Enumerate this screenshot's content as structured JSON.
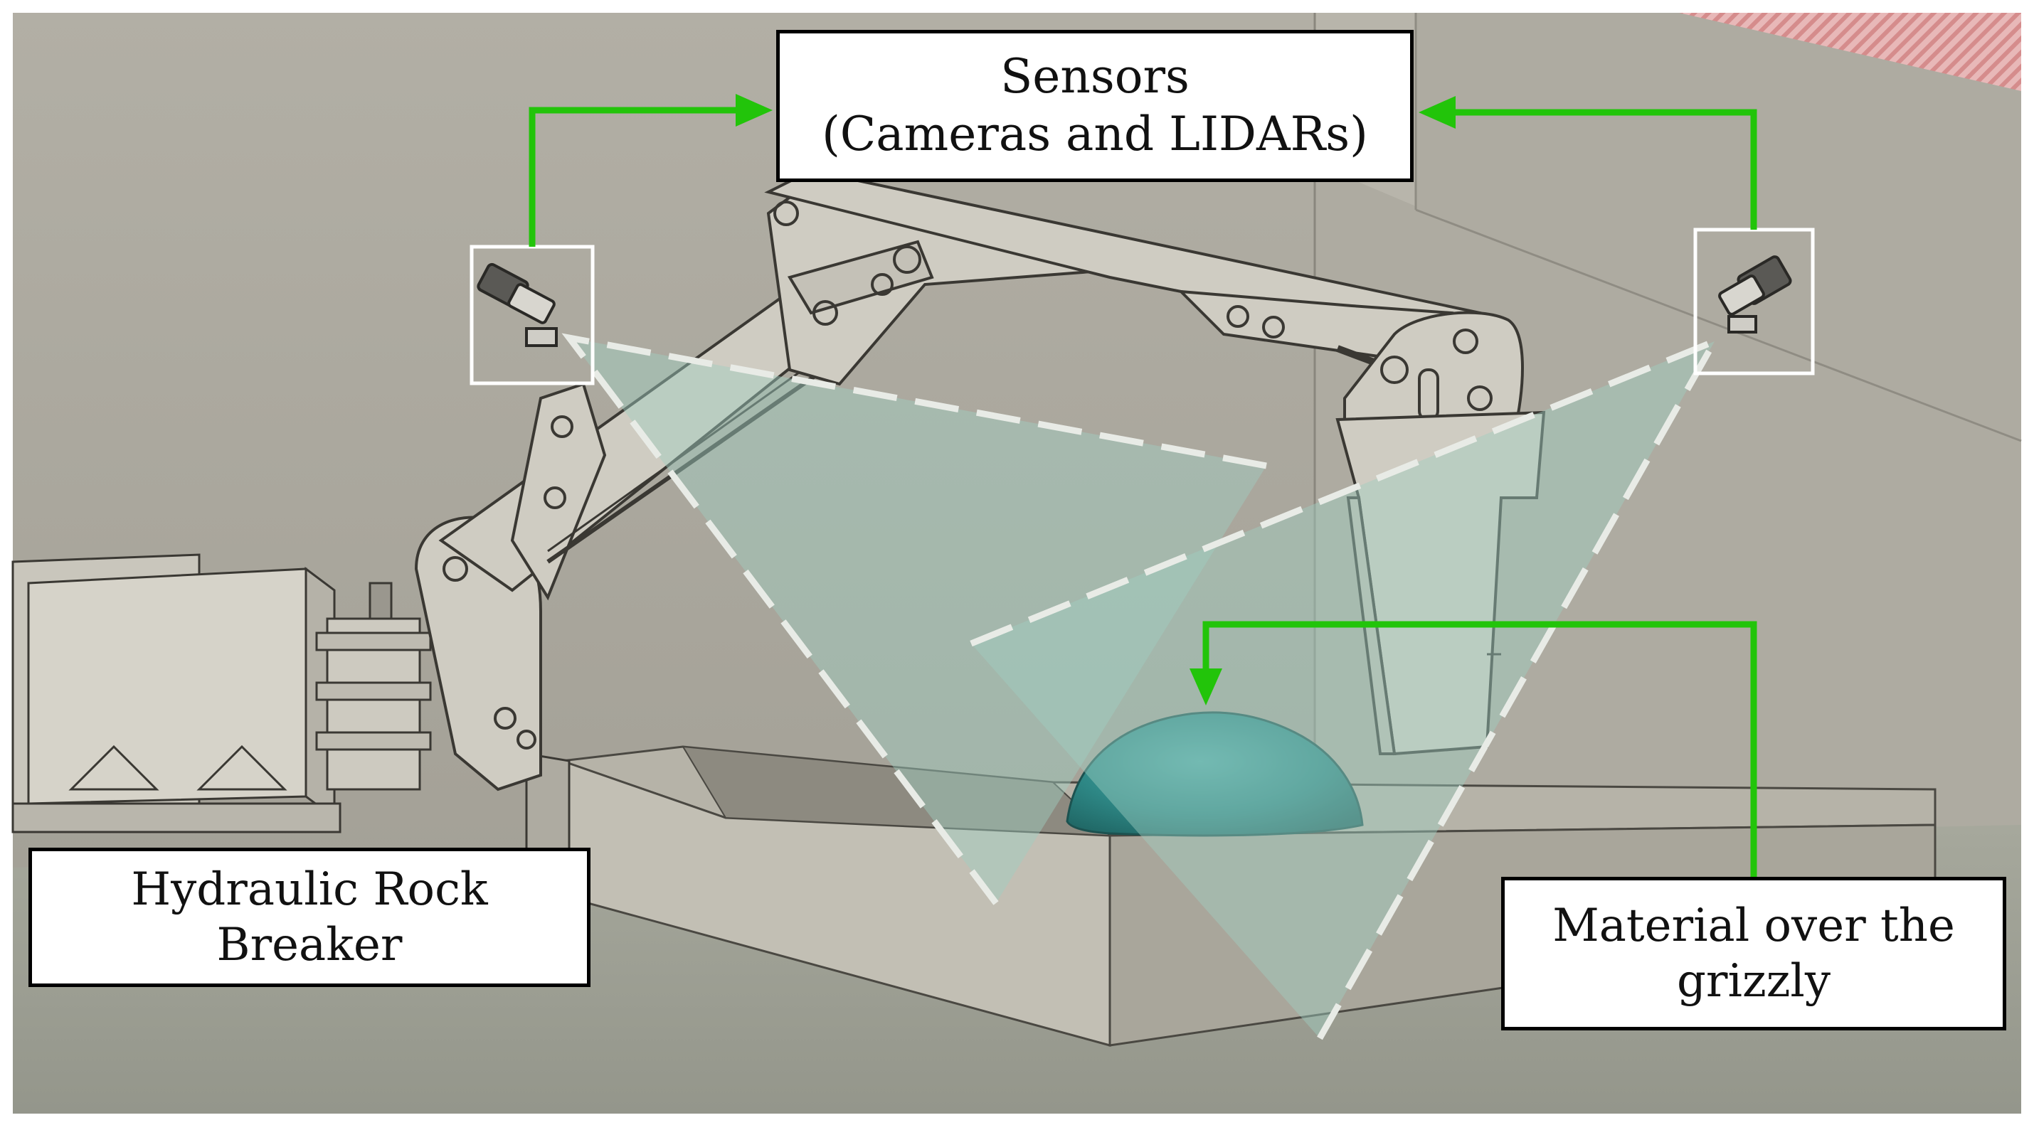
{
  "labels": {
    "sensors": {
      "line1": "Sensors",
      "line2": "(Cameras and LIDARs)"
    },
    "breaker": {
      "line1": "Hydraulic Rock",
      "line2": "Breaker"
    },
    "material": {
      "line1": "Material over the",
      "line2": "grizzly"
    }
  },
  "colors": {
    "arrow": "#22c40a",
    "wall": "#a9a69b",
    "floor": "#9b9d92",
    "sensor_fov": "#9fcfc0",
    "rock": "#2f8c8c",
    "frame": "#ffffff"
  }
}
